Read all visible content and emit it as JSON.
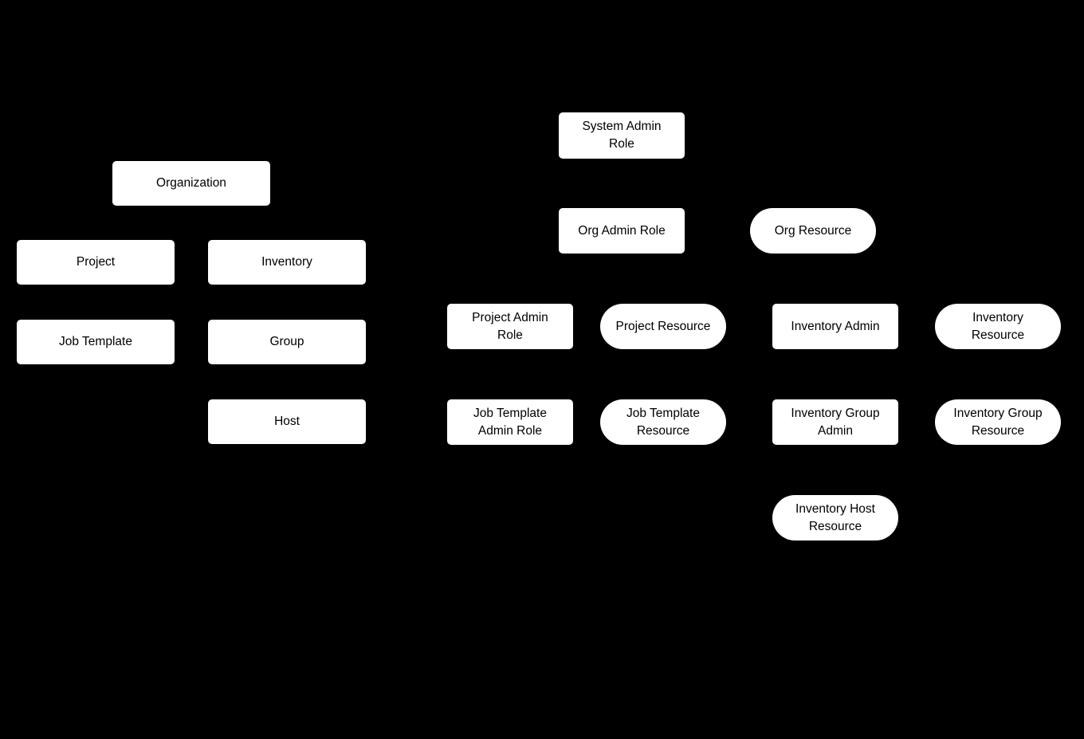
{
  "colors": {
    "background": "#000000",
    "node_fill": "#ffffff",
    "node_text": "#000000"
  },
  "diagram": {
    "description": "RBAC hierarchy diagram: organization object tree on the left, admin roles and resources on the right",
    "nodes": [
      {
        "id": "organization",
        "label": "Organization",
        "shape": "rect"
      },
      {
        "id": "project",
        "label": "Project",
        "shape": "rect"
      },
      {
        "id": "inventory",
        "label": "Inventory",
        "shape": "rect"
      },
      {
        "id": "job-template",
        "label": "Job Template",
        "shape": "rect"
      },
      {
        "id": "group",
        "label": "Group",
        "shape": "rect"
      },
      {
        "id": "host",
        "label": "Host",
        "shape": "rect"
      },
      {
        "id": "system-admin-role",
        "label": "System Admin\nRole",
        "shape": "rect"
      },
      {
        "id": "org-admin-role",
        "label": "Org Admin Role",
        "shape": "rect"
      },
      {
        "id": "org-resource",
        "label": "Org Resource",
        "shape": "stadium"
      },
      {
        "id": "project-admin-role",
        "label": "Project Admin\nRole",
        "shape": "rect"
      },
      {
        "id": "project-resource",
        "label": "Project Resource",
        "shape": "stadium"
      },
      {
        "id": "inventory-admin",
        "label": "Inventory Admin",
        "shape": "rect"
      },
      {
        "id": "inventory-resource",
        "label": "Inventory\nResource",
        "shape": "stadium"
      },
      {
        "id": "job-template-admin-role",
        "label": "Job Template\nAdmin Role",
        "shape": "rect"
      },
      {
        "id": "job-template-resource",
        "label": "Job Template\nResource",
        "shape": "stadium"
      },
      {
        "id": "inventory-group-admin",
        "label": "Inventory Group\nAdmin",
        "shape": "rect"
      },
      {
        "id": "inventory-group-resource",
        "label": "Inventory Group\nResource",
        "shape": "stadium"
      },
      {
        "id": "inventory-host-resource",
        "label": "Inventory Host\nResource",
        "shape": "stadium"
      }
    ]
  }
}
